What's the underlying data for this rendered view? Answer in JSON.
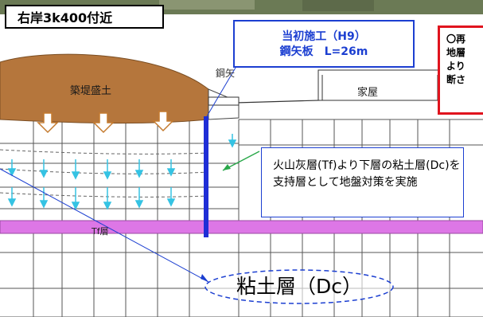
{
  "location_label": "右岸3k400付近",
  "original_work": {
    "line1": "当初施工（H9）",
    "line2": "鋼矢板　L=26m"
  },
  "red_note": {
    "lines": [
      "〇再",
      "地層",
      "より",
      "断さ"
    ]
  },
  "note": "火山灰層(Tf)より下層の粘土層(Dc)を支持層として地盤対策を実施",
  "clay_layer_label": "粘土層（Dc）",
  "embankment_label": "築堤盛土",
  "house_label": "家屋",
  "steel_pile_label": "鋼矢",
  "tf_layer_label": "Tf層",
  "colors": {
    "embankment": "#b5763c",
    "tf_layer": "#dd77e6",
    "sheet_pile": "#1f2ed6",
    "arrows": "#35c3e3",
    "red_border": "#e0141e",
    "blue_border": "#1c3fd1"
  }
}
